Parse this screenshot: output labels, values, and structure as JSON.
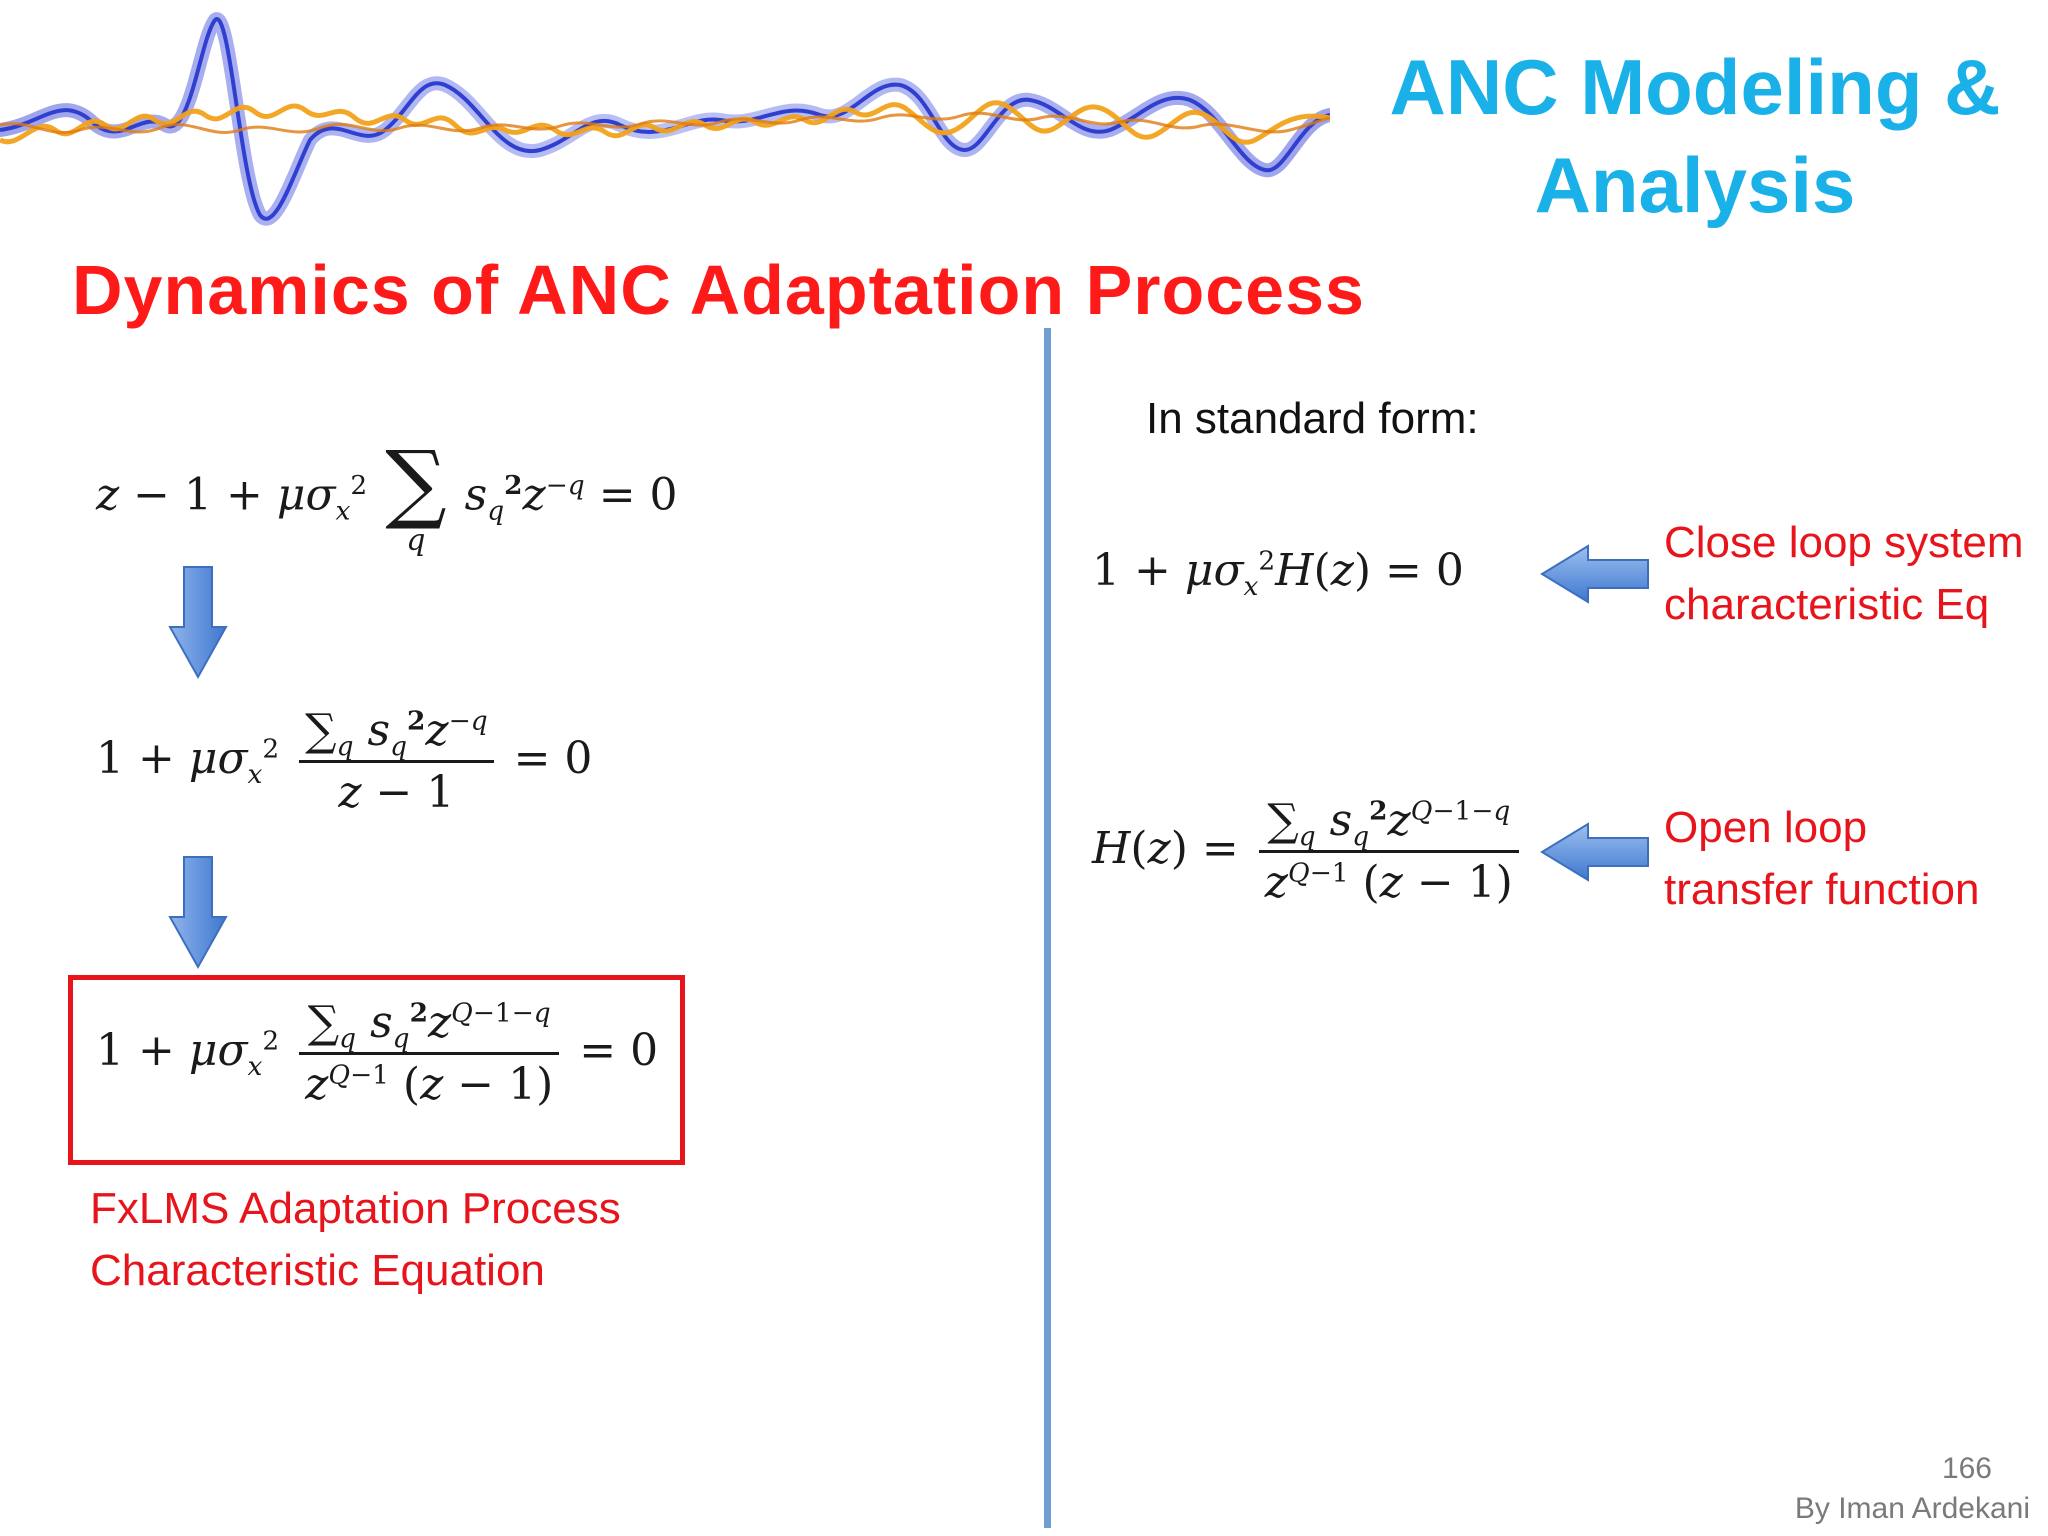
{
  "header": {
    "title_line1": "ANC Modeling &",
    "title_line2": "Analysis",
    "heading": "Dynamics of ANC Adaptation Process"
  },
  "left": {
    "caption_line1": "FxLMS Adaptation Process",
    "caption_line2": "Characteristic Equation"
  },
  "right": {
    "intro": "In standard form:",
    "note1_line1": "Close loop system",
    "note1_line2": "characteristic Eq",
    "note2_line1": "Open loop",
    "note2_line2": "transfer function"
  },
  "footer": {
    "page_number": "166",
    "author": "By Iman Ardekani"
  },
  "colors": {
    "title": "#1ab0e8",
    "heading": "#ff1a1a",
    "note": "#e8141b",
    "divider": "#6f9ed2",
    "arrow": "#5b8fd6"
  },
  "icons": {
    "down_arrow": "arrow-down-icon",
    "left_arrow": "arrow-left-icon"
  }
}
